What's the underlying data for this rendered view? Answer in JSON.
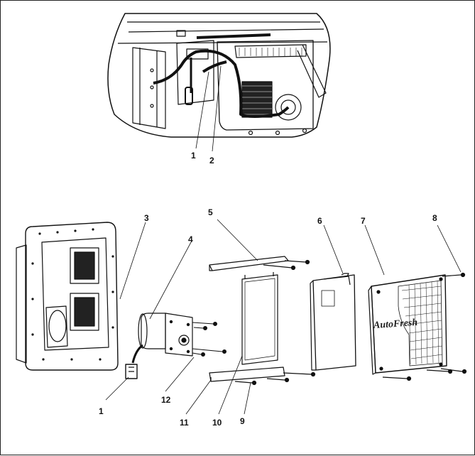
{
  "callouts": [
    {
      "label": "1"
    },
    {
      "label": "2"
    },
    {
      "label": "3"
    },
    {
      "label": "4"
    },
    {
      "label": "5"
    },
    {
      "label": "6"
    },
    {
      "label": "7"
    },
    {
      "label": "8"
    },
    {
      "label": "1"
    },
    {
      "label": "12"
    },
    {
      "label": "11"
    },
    {
      "label": "10"
    },
    {
      "label": "9"
    }
  ],
  "cover_logo": "AutoFresh"
}
